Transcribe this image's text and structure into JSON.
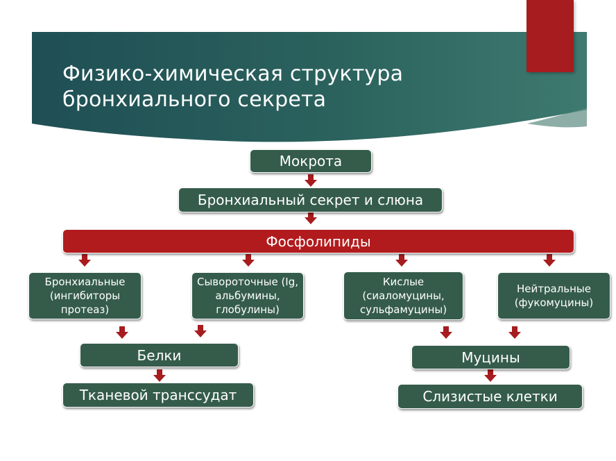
{
  "slide": {
    "title_line1": "Физико-химическая структура",
    "title_line2": "бронхиального секрета",
    "accent_color": "#a61c1f",
    "banner_color": "#2f5f5a"
  },
  "diagram": {
    "sputum": "Мокрота",
    "secretion": "Бронхиальный секрет и слюна",
    "phospholipids": "Фосфолипиды",
    "bronchial": "Бронхиальные (ингибиторы протеаз)",
    "serum": "Сывороточные (Ig, альбумины, глобулины)",
    "acidic": "Кислые (сиаломуцины, сульфамуцины)",
    "neutral": "Нейтральные (фукомуцины)",
    "proteins": "Белки",
    "mucins": "Муцины",
    "transudate": "Тканевой транссудат",
    "mucous_cells": "Слизистые клетки",
    "box_color": "#355c4b",
    "highlight_color": "#b21b1d"
  }
}
